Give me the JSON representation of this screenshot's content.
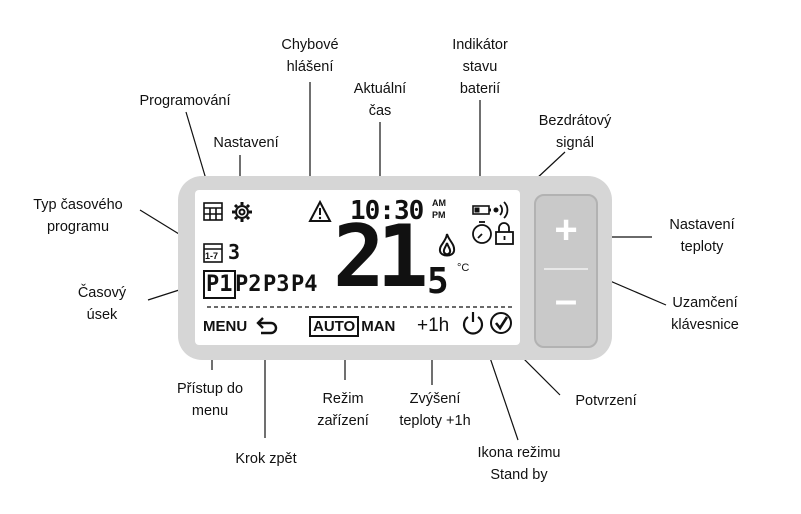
{
  "labels": {
    "chybove": [
      "Chybové",
      "hlášení"
    ],
    "indikator": [
      "Indikátor",
      "stavu",
      "baterií"
    ],
    "programovani": "Programování",
    "aktualni": [
      "Aktuální",
      "čas"
    ],
    "bezdratovy": [
      "Bezdrátový",
      "signál"
    ],
    "nastaveni": "Nastavení",
    "typ": [
      "Typ časového",
      "programu"
    ],
    "nastaveni_teploty": [
      "Nastavení",
      "teploty"
    ],
    "casovy": [
      "Časový",
      "úsek"
    ],
    "uzamceni": [
      "Uzamčení",
      "klávesnice"
    ],
    "pristup": [
      "Přístup do",
      "menu"
    ],
    "rezim": [
      "Režim",
      "zařízení"
    ],
    "zvyseni": [
      "Zvýšení",
      "teploty +1h"
    ],
    "potvrzeni": "Potvrzení",
    "krok": "Krok zpět",
    "standby": [
      "Ikona režimu",
      "Stand by"
    ]
  },
  "display": {
    "time": "10:30",
    "am": "AM",
    "pm": "PM",
    "day_range": "1-7",
    "program_type": "3",
    "periods": [
      "P1",
      "P2",
      "P3",
      "P4"
    ],
    "temp_whole": "21",
    "temp_decimal": "5",
    "unit": "°C",
    "menu": "MENU",
    "auto": "AUTO",
    "man": "MAN",
    "plus_1h": "+1h",
    "button_plus": "+",
    "button_minus": "–"
  }
}
